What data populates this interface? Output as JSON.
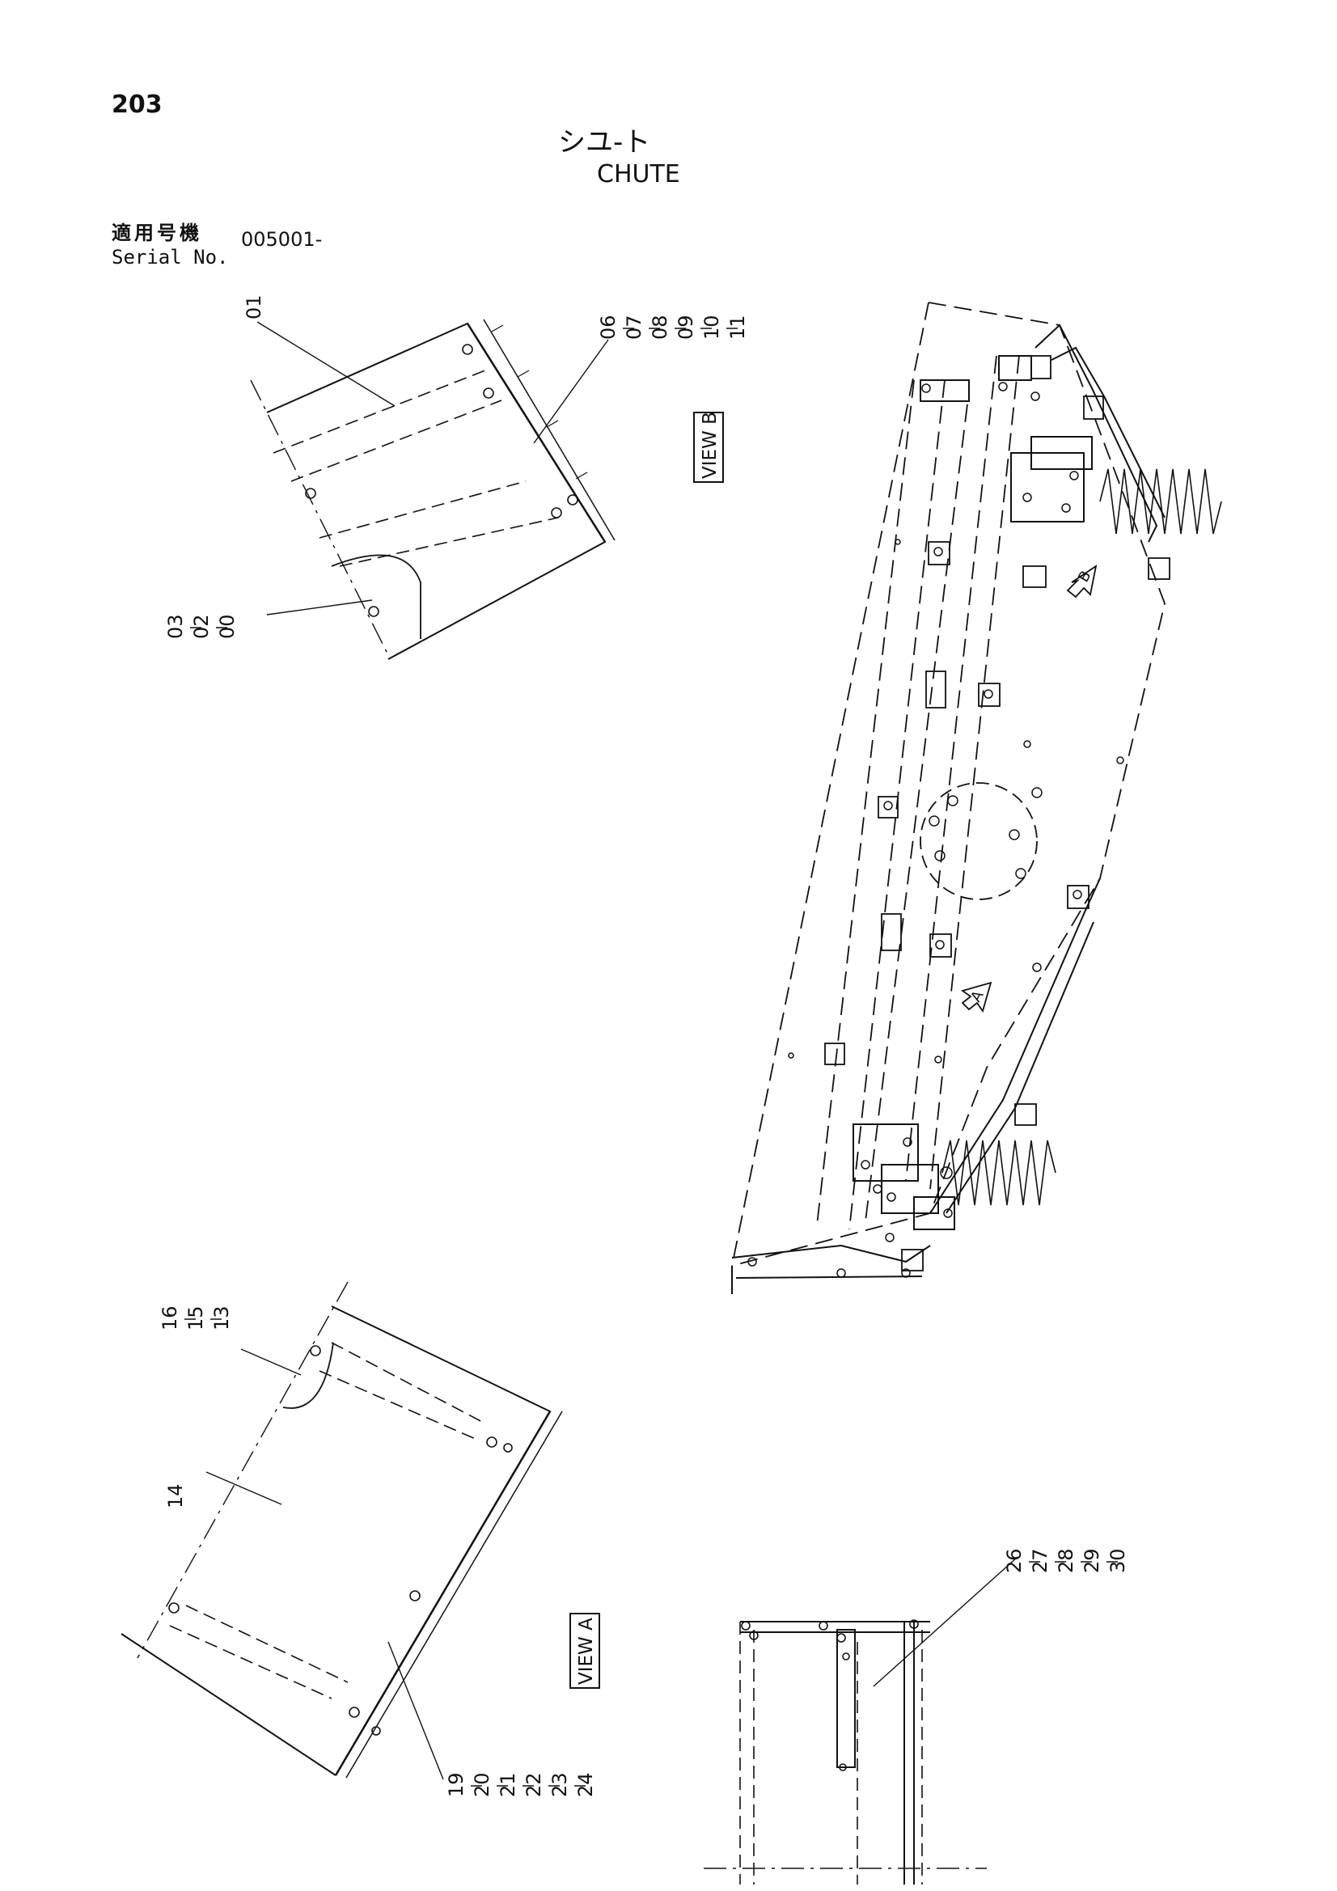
{
  "page_number": "203",
  "title": {
    "japanese": "シユ-ト",
    "english": "CHUTE"
  },
  "serial": {
    "label_japanese": "適用号機",
    "label_english": "Serial No.",
    "value": "005001-"
  },
  "views": {
    "view_a": "VIEW A",
    "view_b": "VIEW B",
    "arrow_a": "A",
    "arrow_b": "B"
  },
  "callouts": {
    "c01": [
      "01"
    ],
    "c06": [
      "06",
      "07",
      "08",
      "09",
      "10",
      "11"
    ],
    "c03": [
      "03",
      "02",
      "00"
    ],
    "c16": [
      "16",
      "15",
      "13"
    ],
    "c14": [
      "14"
    ],
    "c19": [
      "19",
      "20",
      "21",
      "22",
      "23",
      "24"
    ],
    "c26": [
      "26",
      "27",
      "28",
      "29",
      "30"
    ]
  }
}
